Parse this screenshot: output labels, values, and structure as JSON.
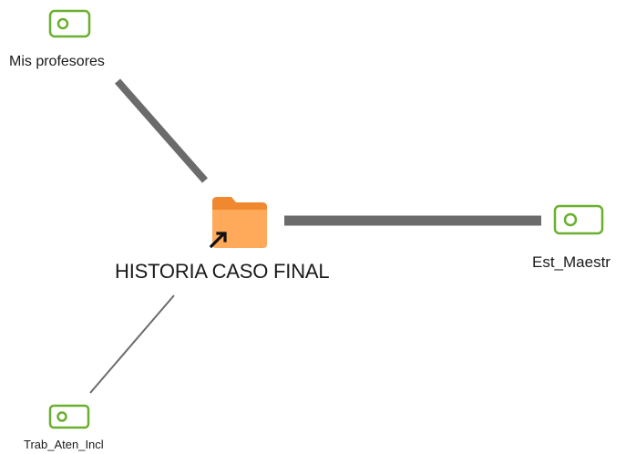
{
  "diagram": {
    "central_node": {
      "label": "HISTORIA CASO FINAL",
      "icon": "folder-shortcut-icon",
      "icon_color": "#FFA95A",
      "tab_color": "#F0882F"
    },
    "nodes": [
      {
        "id": "top",
        "label": "Mis profesores",
        "icon": "tag-icon"
      },
      {
        "id": "right",
        "label": "Est_Maestr",
        "icon": "tag-icon"
      },
      {
        "id": "bottom",
        "label": "Trab_Aten_Incl",
        "icon": "tag-icon"
      }
    ],
    "colors": {
      "tag_stroke": "#6AAF2E",
      "edge": "#6B6B6B",
      "shortcut_arrow": "#111111"
    }
  }
}
